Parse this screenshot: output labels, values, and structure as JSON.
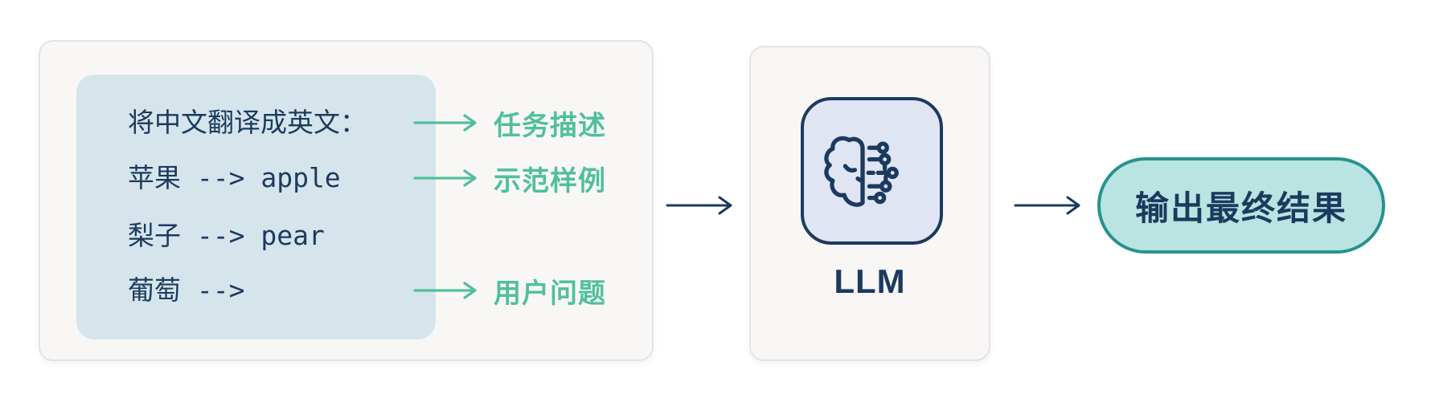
{
  "diagram": {
    "prompt_card": {
      "lines": [
        {
          "text": "将中文翻译成英文："
        },
        {
          "text": "苹果 --> apple"
        },
        {
          "text": "梨子 --> pear"
        },
        {
          "text": "葡萄 -->"
        }
      ],
      "annotations": [
        {
          "label": "任务描述",
          "points_to_line": 1
        },
        {
          "label": "示范样例",
          "points_to_line": 2
        },
        {
          "label": "用户问题",
          "points_to_line": 4
        }
      ]
    },
    "llm_card": {
      "label": "LLM",
      "icon": "brain-circuit-icon"
    },
    "output_pill": {
      "label": "输出最终结果"
    },
    "colors": {
      "navy": "#1C3A5E",
      "green": "#50C09B",
      "prompt_bg": "#D6E5EC",
      "card_bg": "#F8F7F6",
      "card_border": "#E6E4E3",
      "icon_box_bg": "#DFE5F3",
      "pill_bg": "#B9E4E1",
      "pill_border": "#27928E"
    }
  }
}
